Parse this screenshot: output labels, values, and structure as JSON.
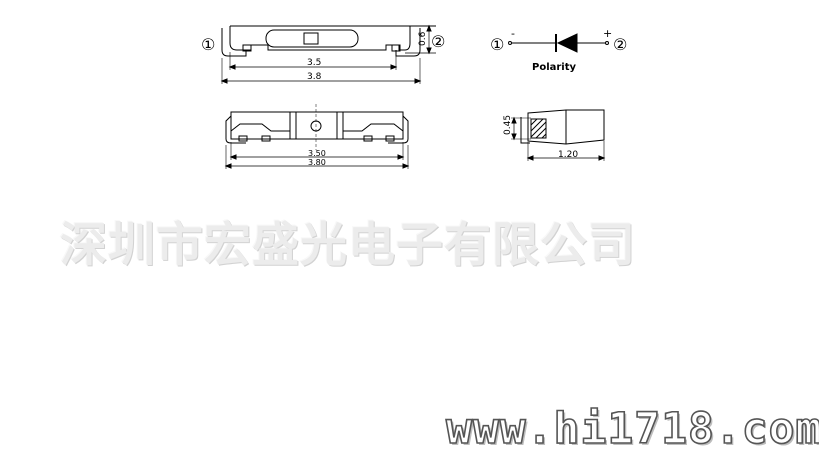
{
  "top_view": {
    "pin_left": "①",
    "pin_right": "②",
    "dim_height": "0.6",
    "dim_inner_width": "3.5",
    "dim_outer_width": "3.8"
  },
  "polarity": {
    "pin_left": "①",
    "pin_right": "②",
    "minus": "-",
    "plus": "+",
    "label": "Polarity"
  },
  "front_view": {
    "dim_inner_width": "3.50",
    "dim_outer_width": "3.80"
  },
  "side_view": {
    "dim_height": "0.45",
    "dim_width": "1.20"
  },
  "watermark": {
    "company": "深圳市宏盛光电子有限公司",
    "site": "www.hi1718.com"
  }
}
